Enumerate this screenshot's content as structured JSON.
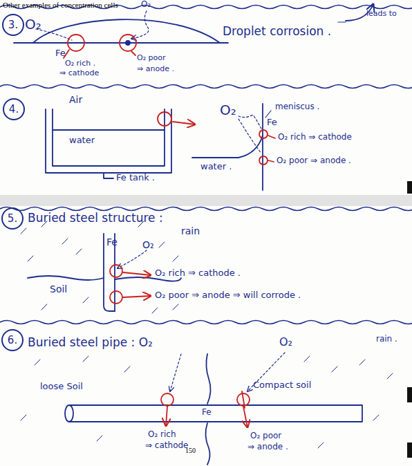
{
  "diagram": {
    "title": "Other examples of concentration cells",
    "nodes": [
      {
        "text": [
          "3."
        ]
      },
      {
        "text": [
          "4."
        ]
      },
      {
        "text": [
          "5."
        ]
      },
      {
        "text": [
          "6."
        ]
      }
    ],
    "labels": [
      "O₂",
      "O₂",
      "Fe",
      "O₂ rich .",
      "⇒ cathode",
      "O₂ poor",
      "⇒ anode .",
      "Droplet corrosion .",
      "leads to",
      "Air",
      "water",
      "Fe tank .",
      "O₂",
      "meniscus .",
      "Fe",
      "O₂ rich ⇒ cathode",
      "O₂ poor ⇒ anode .",
      "water .",
      "Buried steel structure :",
      "rain",
      "Fe",
      "O₂",
      "Soil",
      "O₂ rich ⇒ cathode .",
      "O₂ poor ⇒ anode ⇒ will corrode .",
      "Buried steel pipe : O₂",
      "O₂",
      "rain .",
      "loose Soil",
      "Compact soil",
      "Fe",
      "O₂ rich",
      "⇒ cathode",
      "150",
      "O₂ poor",
      "⇒ anode ."
    ]
  }
}
